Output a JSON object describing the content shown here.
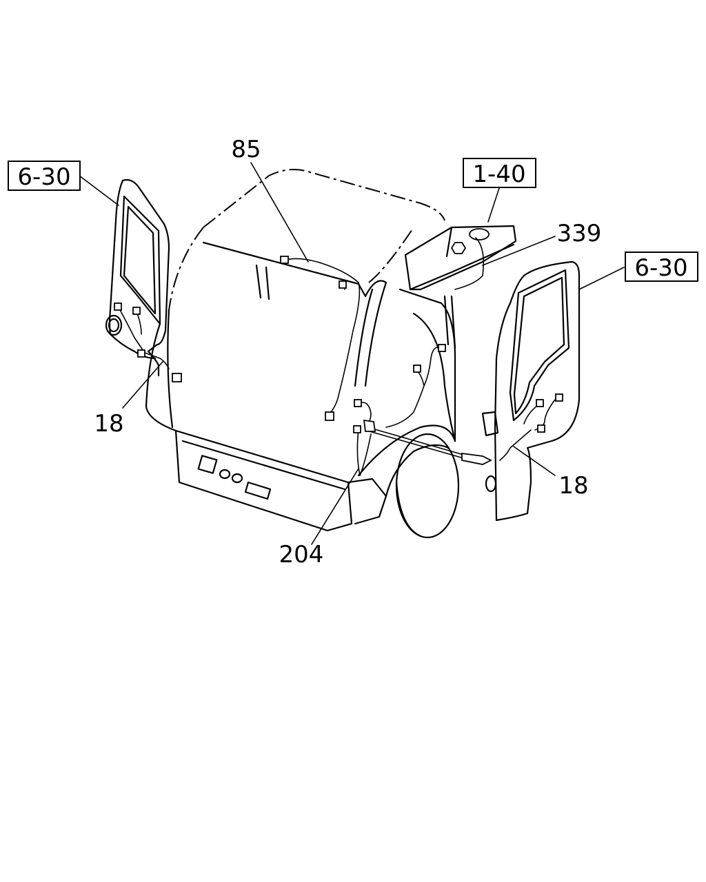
{
  "callouts": {
    "ref_left_door": "6-30",
    "ref_tank": "1-40",
    "ref_right_door": "6-30",
    "part_85": "85",
    "part_339": "339",
    "part_18_left": "18",
    "part_18_right": "18",
    "part_204": "204"
  }
}
